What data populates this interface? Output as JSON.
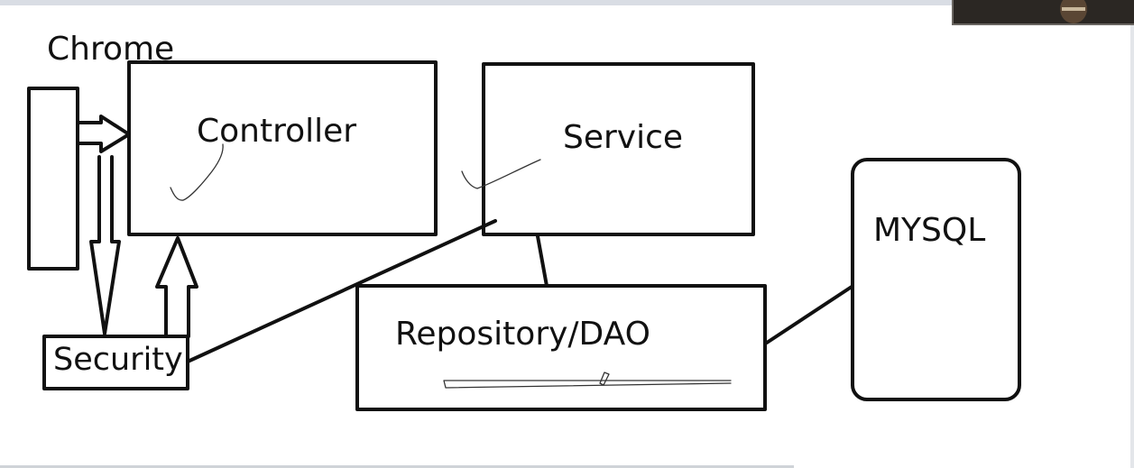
{
  "labels": {
    "chrome": "Chrome",
    "controller": "Controller",
    "service": "Service",
    "mysql": "MYSQL",
    "repository": "Repository/DAO",
    "security": "Security"
  },
  "colors": {
    "ink": "#111111",
    "background": "#ffffff"
  }
}
